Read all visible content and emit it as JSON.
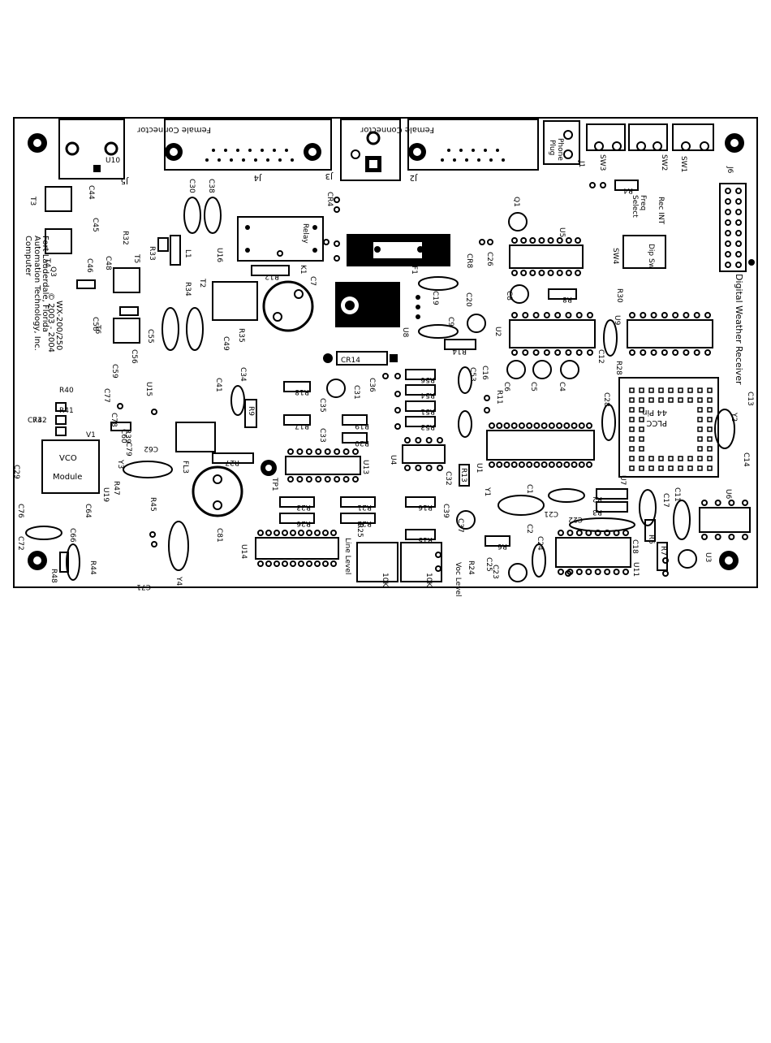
{
  "board": {
    "title": "Digital Weather Receiver",
    "model": "WX-200/250",
    "copyright": "© 2003 - 2004",
    "company": [
      "Computer",
      "Automation Technology, Inc.",
      "Fort Lauderdale, Florida"
    ]
  },
  "connectors": {
    "j2": "J2",
    "j3": "J3",
    "j4": "J4",
    "j5": "J5",
    "j1": "J1",
    "j6": "J6",
    "female_connector_1": "Female Connector",
    "female_connector_2": "Female Connector",
    "phone_plug": [
      "Phone",
      "Plug"
    ]
  },
  "switches": {
    "sw1": "SW1",
    "sw2": "SW2",
    "sw3": "SW3",
    "sw4": "SW4",
    "dip_sw": "Dip Sw",
    "freq_select": [
      "Freq",
      "Select"
    ],
    "rec_int": "Rec INT"
  },
  "blocks": {
    "relay": "Relay",
    "vco": "VCO",
    "module": "Module",
    "plcc": [
      "44 Pin",
      "PLCC"
    ],
    "line_level": "Line Level",
    "voc_level": "Voc Level",
    "pot1": "10K",
    "pot2": "10K"
  },
  "designators": [
    "U1",
    "U2",
    "U3",
    "U4",
    "U5",
    "U6",
    "U7",
    "U8",
    "U9",
    "U10",
    "U11",
    "U13",
    "U14",
    "U15",
    "U16",
    "U19",
    "R2",
    "R3",
    "R4",
    "R5",
    "R6",
    "R7",
    "R8",
    "R9",
    "R11",
    "R12",
    "R13",
    "R14",
    "R15",
    "R16",
    "R17",
    "R18",
    "R19",
    "R20",
    "R21",
    "R22",
    "R23",
    "R24",
    "R25",
    "R26",
    "R27",
    "R28",
    "R30",
    "R32",
    "R33",
    "R34",
    "R35",
    "R39",
    "R40",
    "R41",
    "R42",
    "R44",
    "R45",
    "R47",
    "R48",
    "R51",
    "R53",
    "R54",
    "R56",
    "C1",
    "C2",
    "C4",
    "C5",
    "C6",
    "C7",
    "C8",
    "C9",
    "C11",
    "C12",
    "C13",
    "C14",
    "C16",
    "C17",
    "C18",
    "C19",
    "C20",
    "C21",
    "C22",
    "C23",
    "C24",
    "C25",
    "C26",
    "C28",
    "C29",
    "C30",
    "C31",
    "C32",
    "C33",
    "C34",
    "C35",
    "C36",
    "C37",
    "C38",
    "C39",
    "C41",
    "C44",
    "C45",
    "C46",
    "C48",
    "C49",
    "C53",
    "C55",
    "C56",
    "C58",
    "C59",
    "C60",
    "C62",
    "C64",
    "C66",
    "C71",
    "C72",
    "C73",
    "C76",
    "C77",
    "C78",
    "C79",
    "C81",
    "CR4",
    "CR8",
    "CR14",
    "Q1",
    "Q3",
    "T2",
    "T3",
    "T4",
    "T5",
    "T6",
    "K1",
    "F1",
    "L1",
    "FL3",
    "TP1",
    "Y1",
    "Y2",
    "Y3",
    "Y4",
    "V1"
  ]
}
